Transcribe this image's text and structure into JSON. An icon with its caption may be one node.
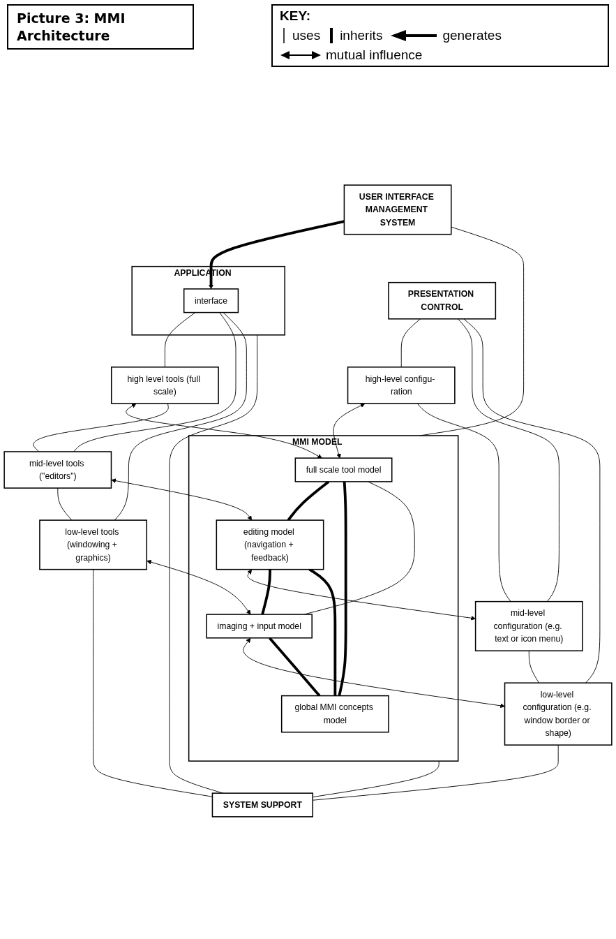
{
  "diagram": {
    "title": "Picture 3: MMI Architecture",
    "nodes": [
      {
        "text": [
          "APPLICATION"
        ]
      },
      {
        "text": [
          "interface"
        ],
        "in": 0
      },
      {
        "text": [
          "USER INTERFACE MANAGEMENT SYSTEM"
        ]
      },
      {
        "text": [
          "PRESENTATION CONTROL"
        ]
      },
      {
        "text": [
          "MMI MODEL"
        ]
      },
      {
        "text": [
          "high level tools (full scale)"
        ]
      },
      {
        "text": [
          "full scale tool model"
        ],
        "in": 4
      },
      {
        "text": [
          "high-level configu- ration"
        ]
      },
      {
        "text": [
          "mid-level tools (\"editors\")"
        ]
      },
      {
        "text": [
          "editing model (navigation + feedback)"
        ],
        "in": 4
      },
      {
        "text": [
          "mid-level configuration (e.g. text or icon menu)"
        ]
      },
      {
        "text": [
          "low-level tools (windowing + graphics)"
        ]
      },
      {
        "text": [
          "imaging + input model"
        ],
        "in": 4
      },
      {
        "text": [
          "low-level configuration (e.g. window border or shape)"
        ]
      },
      {
        "text": [
          "global MMI concepts model"
        ],
        "in": 4
      },
      {
        "text": [
          "SYSTEM SUPPORT"
        ]
      }
    ],
    "edges": [
      {
        "from": 2,
        "to": 1,
        "arrow": "to",
        "style": "thick"
      },
      {
        "from": 2,
        "to": 4,
        "arrow": "none"
      },
      {
        "from": 1,
        "to": 5,
        "arrow": "none"
      },
      {
        "from": 1,
        "to": 8,
        "arrow": "none"
      },
      {
        "from": 1,
        "to": 11,
        "arrow": "none"
      },
      {
        "from": 0,
        "to": 15,
        "arrow": "none"
      },
      {
        "from": 5,
        "to": 6,
        "arrow": "both"
      },
      {
        "from": 5,
        "to": 8,
        "arrow": "none"
      },
      {
        "from": 6,
        "to": 9,
        "arrow": "none",
        "style": "thick"
      },
      {
        "from": 6,
        "to": 14,
        "arrow": "none",
        "style": "thick"
      },
      {
        "from": 6,
        "to": 12,
        "arrow": "none"
      },
      {
        "from": 8,
        "to": 9,
        "arrow": "both"
      },
      {
        "from": 9,
        "to": 10,
        "arrow": "both"
      },
      {
        "from": 8,
        "to": 11,
        "arrow": "none"
      },
      {
        "from": 10,
        "to": 13,
        "arrow": "none"
      },
      {
        "from": 9,
        "to": 12,
        "arrow": "none",
        "style": "thick"
      },
      {
        "from": 9,
        "to": 14,
        "arrow": "none",
        "style": "thick"
      },
      {
        "from": 11,
        "to": 12,
        "arrow": "both"
      },
      {
        "from": 12,
        "to": 13,
        "arrow": "both"
      },
      {
        "from": 12,
        "to": 14,
        "arrow": "none",
        "style": "thick"
      },
      {
        "from": 11,
        "to": 15,
        "arrow": "none"
      },
      {
        "from": 4,
        "to": 15,
        "arrow": "none"
      },
      {
        "from": 3,
        "to": 7,
        "arrow": "none"
      },
      {
        "from": 3,
        "to": 10,
        "arrow": "none"
      },
      {
        "from": 3,
        "to": 13,
        "arrow": "none"
      },
      {
        "from": 7,
        "to": 6,
        "arrow": "both"
      },
      {
        "from": 7,
        "to": 10,
        "arrow": "none"
      },
      {
        "from": 13,
        "to": 15,
        "arrow": "none"
      }
    ],
    "labels": [
      "KEY:"
    ],
    "legend": [
      {
        "text": "uses"
      },
      {
        "text": "inherits"
      },
      {
        "text": "generates"
      },
      {
        "text": "mutual influence"
      }
    ]
  }
}
